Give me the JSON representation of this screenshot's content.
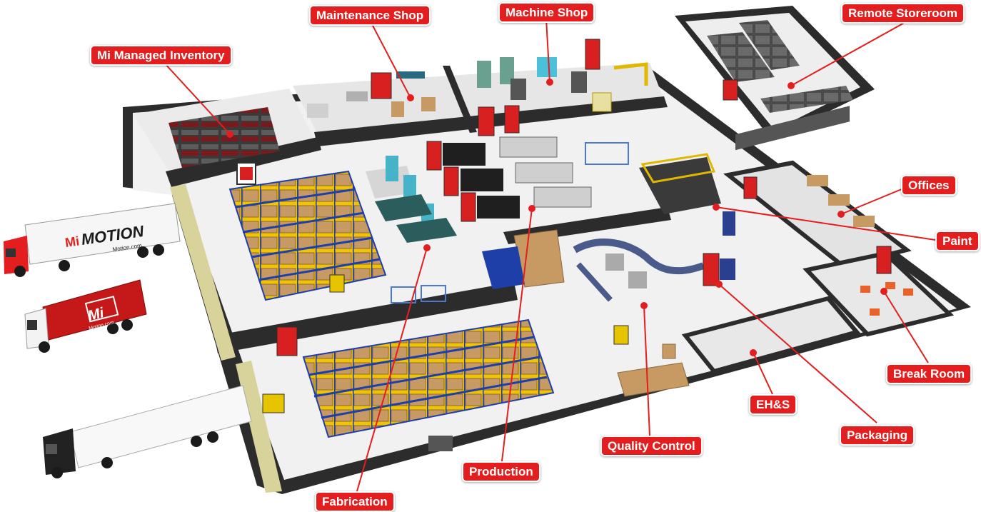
{
  "colors": {
    "accent": "#e41e1e",
    "wall": "#2c2c2c",
    "floor": "#f1f1f1",
    "rack_frame": "#1f3fa8",
    "rack_beam": "#f0c400",
    "box": "#c79a63"
  },
  "labels": {
    "maintenance_shop": "Maintenance Shop",
    "machine_shop": "Machine Shop",
    "remote_storeroom": "Remote Storeroom",
    "mi_managed_inventory": "Mi Managed Inventory",
    "offices": "Offices",
    "paint": "Paint",
    "break_room": "Break Room",
    "eh_s": "EH&S",
    "packaging": "Packaging",
    "quality_control": "Quality Control",
    "production": "Production",
    "fabrication": "Fabrication"
  },
  "trucks": {
    "truck1_brand": "MOTION",
    "truck1_logo": "Mi",
    "truck1_url": "Motion.com",
    "truck2_logo": "Mi",
    "truck2_url": "Motion.com"
  }
}
